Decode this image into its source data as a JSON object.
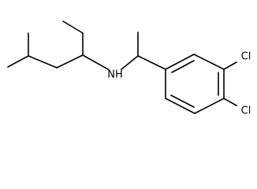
{
  "molecule": {
    "atoms": {
      "nh": "NH",
      "cl_upper": "Cl",
      "cl_lower": "Cl"
    },
    "colors": {
      "bond": "#000000",
      "label": "#000000",
      "background": "#ffffff"
    }
  }
}
